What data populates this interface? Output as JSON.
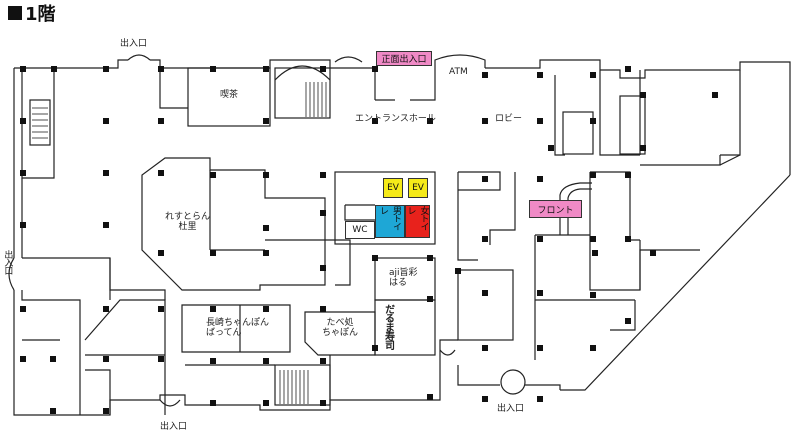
{
  "title": "1階",
  "colors": {
    "wall": "#222222",
    "pillar": "#111111",
    "ev": "#f5ea19",
    "mens_toilet": "#1ea7d6",
    "womens_toilet": "#e8221c",
    "front_tag": "#f08ac6",
    "main_entrance_tag": "#f08ac6"
  },
  "labels": {
    "main_entrance": "正面出入口",
    "atm": "ATM",
    "kissa": "喫茶",
    "entrance_hall": "エントランスホール",
    "lobby": "ロビー",
    "front": "フロント",
    "ev1": "EV",
    "ev2": "EV",
    "mens_toilet": "男トイレ",
    "womens_toilet": "女トイレ",
    "wc": "WC",
    "restaurant_name1": "れすとらん",
    "restaurant_name2": "杜里",
    "aji_line1": "aji旨彩",
    "aji_line2": "はる",
    "daruma": "だるま寿司",
    "tabedokoro_line1": "たべ処",
    "tabedokoro_line2": "ちゃぽん",
    "nagasaki_line1": "長崎ちゃんぽん",
    "nagasaki_line2": "ばってん",
    "exit_top": "出入口",
    "exit_left": "出入口",
    "exit_bottom_left": "出入口",
    "exit_bottom_right": "出入口"
  }
}
